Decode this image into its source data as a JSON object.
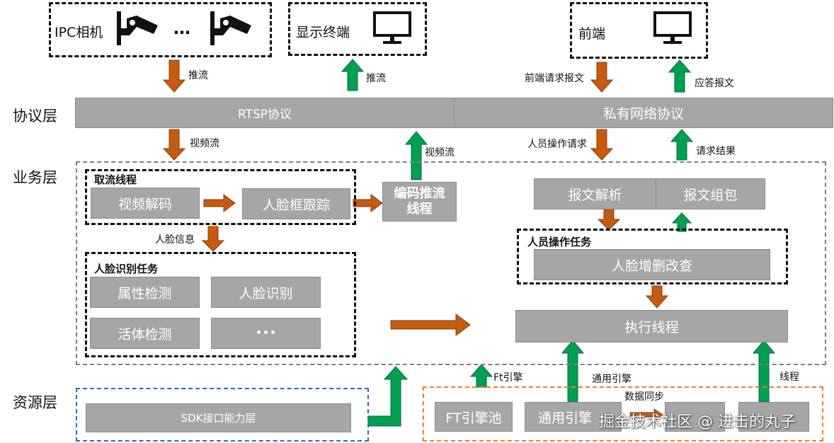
{
  "top": {
    "ipc_label": "IPC相机",
    "ellipsis": "…",
    "display_label": "显示终端",
    "frontend_label": "前端"
  },
  "layers": {
    "protocol": "协议层",
    "business": "业务层",
    "resource": "资源层"
  },
  "protocol_bar": {
    "rtsp": "RTSP协议",
    "private": "私有网络协议"
  },
  "arrows": {
    "push_stream_in": "推流",
    "push_stream_out": "推流",
    "frontend_request": "前端请求报文",
    "response_msg": "应答报文",
    "video_stream_in": "视频流",
    "video_stream_out": "视频流",
    "person_op_request": "人员操作请求",
    "request_result": "请求结果",
    "face_info": "人脸信息",
    "ft_engine": "Ft引擎",
    "general_engine": "通用引擎",
    "data_sync": "数据同步",
    "thread": "线程"
  },
  "business": {
    "fetch_thread_title": "取流线程",
    "video_decode": "视频解码",
    "face_track": "人脸框跟踪",
    "encode_push": "编码推流线程",
    "face_task_title": "人脸识别任务",
    "attr_detect": "属性检测",
    "face_recog": "人脸识别",
    "liveness": "活体检测",
    "more": "•••",
    "msg_parse": "报文解析",
    "msg_pack": "报文组包",
    "person_task_title": "人员操作任务",
    "face_crud": "人脸增删改查",
    "exec_thread": "执行线程"
  },
  "resource": {
    "sdk_layer": "SDK接口能力层",
    "ft_pool": "FT引擎池",
    "general_engine": "通用引擎",
    "box3": "",
    "box4": ""
  },
  "watermark": "掘金技术社区 @ 进击的丸子",
  "colors": {
    "orange_arrow": "#c55a11",
    "green_arrow": "#00a050",
    "gray_box": "#a6a6a6"
  }
}
